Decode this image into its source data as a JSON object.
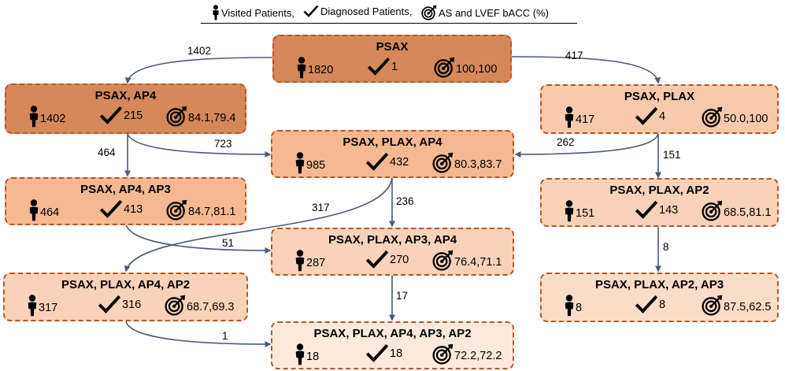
{
  "legend": {
    "visited": "Visited Patients,",
    "diagnosed": "Diagnosed Patients,",
    "accuracy": "AS and LVEF bACC (%)"
  },
  "colors": {
    "level0": "#d6885a",
    "level1a": "#d6885a",
    "level1b": "#f8c9ab",
    "level2": "#f6b891",
    "level3": "#f9d2b8",
    "level4": "#fbdcc6",
    "level5": "#fde9dc",
    "border": "#b5562a",
    "edge": "#4a5b78"
  },
  "nodes": {
    "n1": {
      "title": "PSAX",
      "visited": "1820",
      "diagnosed": "1",
      "bacc": "100,100"
    },
    "n2": {
      "title": "PSAX, AP4",
      "visited": "1402",
      "diagnosed": "215",
      "bacc": "84.1,79.4"
    },
    "n3": {
      "title": "PSAX, PLAX",
      "visited": "417",
      "diagnosed": "4",
      "bacc": "50.0,100"
    },
    "n4": {
      "title": "PSAX, PLAX, AP4",
      "visited": "985",
      "diagnosed": "432",
      "bacc": "80.3,83.7"
    },
    "n5": {
      "title": "PSAX, AP4, AP3",
      "visited": "464",
      "diagnosed": "413",
      "bacc": "84.7,81.1"
    },
    "n6": {
      "title": "PSAX, PLAX, AP2",
      "visited": "151",
      "diagnosed": "143",
      "bacc": "68.5,81.1"
    },
    "n7": {
      "title": "PSAX, PLAX, AP3, AP4",
      "visited": "287",
      "diagnosed": "270",
      "bacc": "76.4,71.1"
    },
    "n8": {
      "title": "PSAX, PLAX, AP4, AP2",
      "visited": "317",
      "diagnosed": "316",
      "bacc": "68.7,69.3"
    },
    "n9": {
      "title": "PSAX, PLAX, AP2, AP3",
      "visited": "8",
      "diagnosed": "8",
      "bacc": "87.5,62.5"
    },
    "n10": {
      "title": "PSAX, PLAX, AP4, AP3, AP2",
      "visited": "18",
      "diagnosed": "18",
      "bacc": "72.2,72.2"
    }
  },
  "edges": {
    "e1": "1402",
    "e2": "417",
    "e3": "464",
    "e4": "723",
    "e5": "262",
    "e6": "151",
    "e7": "236",
    "e8": "317",
    "e9": "51",
    "e10": "8",
    "e11": "17",
    "e12": "1"
  }
}
